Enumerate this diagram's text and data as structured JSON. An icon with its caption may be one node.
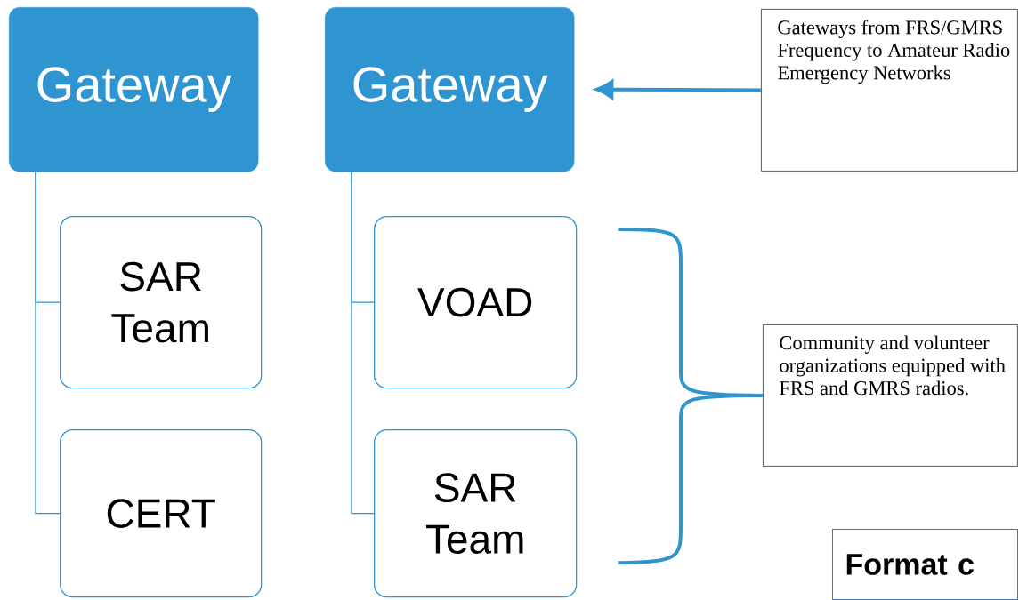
{
  "diagram": {
    "nodes": [
      {
        "text": [
          "Gateway"
        ]
      },
      {
        "text": [
          "SAR Team"
        ]
      },
      {
        "text": [
          "CERT"
        ]
      },
      {
        "text": [
          "Gateway"
        ]
      },
      {
        "text": [
          "VOAD"
        ]
      },
      {
        "text": [
          "SAR Team"
        ]
      },
      {
        "text": [
          "Gateways from FRS/GMRS Frequency to Amateur Radio Emergency Networks"
        ]
      },
      {
        "text": [
          "Community and volunteer organizations equipped with FRS and GMRS radios."
        ]
      },
      {
        "text": [
          "Format c"
        ]
      }
    ],
    "edges": [
      {
        "from": 0,
        "to": 1,
        "arrow": "none"
      },
      {
        "from": 0,
        "to": 2,
        "arrow": "none"
      },
      {
        "from": 3,
        "to": 4,
        "arrow": "none"
      },
      {
        "from": 3,
        "to": 5,
        "arrow": "none"
      },
      {
        "from": 6,
        "to": 3,
        "arrow": "to",
        "style": "thick"
      },
      {
        "from": 4,
        "to": 7,
        "arrow": "none",
        "style": "thick"
      },
      {
        "from": 5,
        "to": 7,
        "arrow": "none",
        "style": "thick"
      }
    ]
  }
}
